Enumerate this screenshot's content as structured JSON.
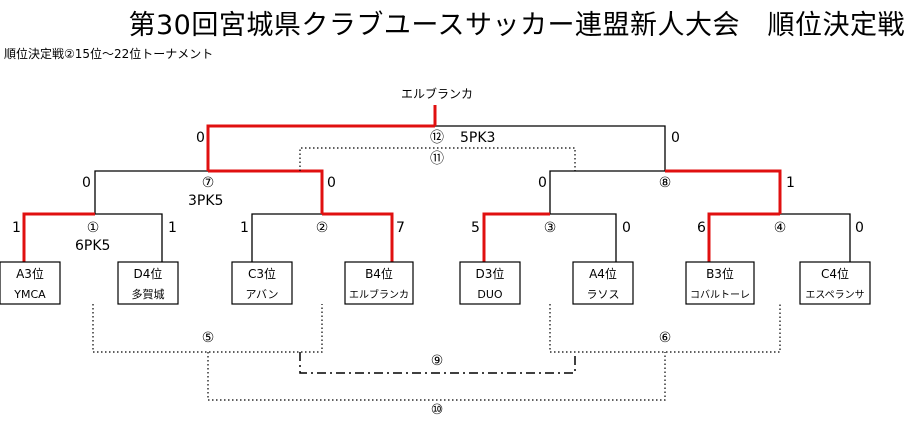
{
  "title": "第30回宮城県クラブユースサッカー連盟新人大会　順位決定戦",
  "subtitle": "順位決定戦②15位～22位トーナメント",
  "champion": "エルブランカ",
  "teams": [
    {
      "seed": "A3位",
      "name": "YMCA"
    },
    {
      "seed": "D4位",
      "name": "多賀城"
    },
    {
      "seed": "C3位",
      "name": "アバン"
    },
    {
      "seed": "B4位",
      "name": "エルブランカ"
    },
    {
      "seed": "D3位",
      "name": "DUO"
    },
    {
      "seed": "A4位",
      "name": "ラソス"
    },
    {
      "seed": "B3位",
      "name": "コバルトーレ"
    },
    {
      "seed": "C4位",
      "name": "エスペランサ"
    }
  ],
  "matches": {
    "m1": {
      "no": "①",
      "score_left": "1",
      "score_right": "1",
      "pk": "6PK5"
    },
    "m2": {
      "no": "②",
      "score_left": "1",
      "score_right": "7"
    },
    "m3": {
      "no": "③",
      "score_left": "5",
      "score_right": "0"
    },
    "m4": {
      "no": "④",
      "score_left": "6",
      "score_right": "0"
    },
    "m5": {
      "no": "⑤"
    },
    "m6": {
      "no": "⑥"
    },
    "m7": {
      "no": "⑦",
      "score_left": "0",
      "score_right": "0",
      "pk": "3PK5"
    },
    "m8": {
      "no": "⑧",
      "score_left": "0",
      "score_right": "1"
    },
    "m9": {
      "no": "⑨"
    },
    "m10": {
      "no": "⑩"
    },
    "m11": {
      "no": "⑪"
    },
    "m12": {
      "no": "⑫",
      "score_left": "0",
      "score_right": "0",
      "pk": "5PK3"
    }
  }
}
